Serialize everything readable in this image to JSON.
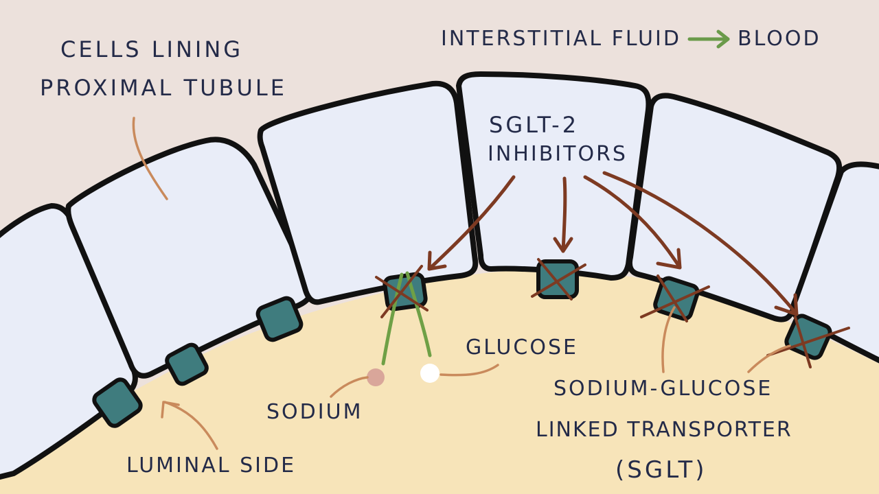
{
  "labels": {
    "cells_line1": "CELLS LINING",
    "cells_line2": "PROXIMAL TUBULE",
    "interstitial": "INTERSTITIAL FLUID",
    "blood": "BLOOD",
    "sglt2_line1": "SGLT-2",
    "sglt2_line2": "INHIBITORS",
    "glucose": "GLUCOSE",
    "sodium": "SODIUM",
    "luminal": "LUMINAL SIDE",
    "transporter_line1": "SODIUM-GLUCOSE",
    "transporter_line2": "LINKED TRANSPORTER",
    "transporter_line3": "(SGLT)"
  },
  "colors": {
    "background": "#ece1dc",
    "lumen": "#f7e4b9",
    "cell_fill": "#e9edf8",
    "cell_inner": "#dfe4f2",
    "outline": "#111111",
    "transporter": "#3f7c7e",
    "inhibitor_arrow": "#7d3a22",
    "pointer": "#c98a5c",
    "flow_arrow": "#6a9a4a",
    "ion_path": "#6fa046",
    "sodium": "#d9a69a",
    "glucose": "#ffffff",
    "text": "#232a48"
  }
}
